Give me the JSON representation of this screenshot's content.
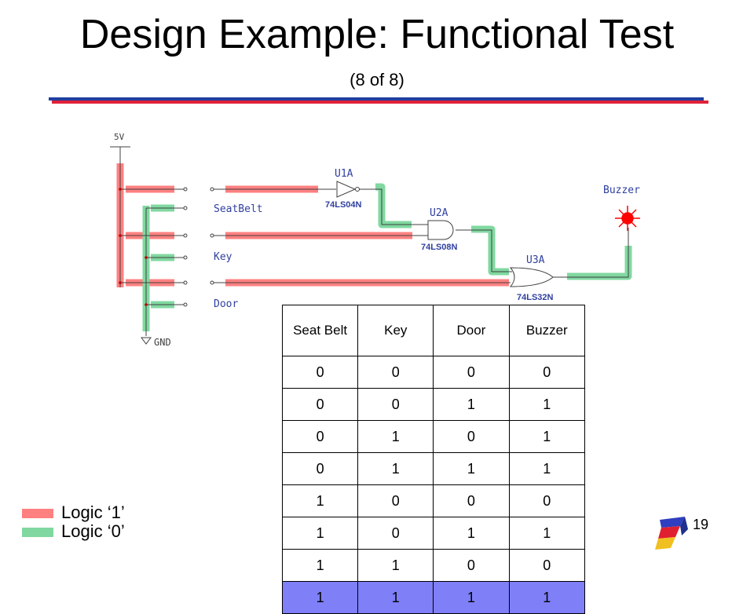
{
  "slide": {
    "title": "Design Example: Functional Test",
    "subtitle": "(8 of 8)",
    "page_number": "19"
  },
  "circuit": {
    "supply_label": "5V",
    "ground_label": "GND",
    "switches": [
      "SeatBelt",
      "Key",
      "Door"
    ],
    "gates": [
      {
        "ref": "U1A",
        "part": "74LS04N",
        "type": "inverter"
      },
      {
        "ref": "U2A",
        "part": "74LS08N",
        "type": "and"
      },
      {
        "ref": "U3A",
        "part": "74LS32N",
        "type": "or"
      }
    ],
    "output_label": "Buzzer",
    "colors": {
      "logic1": "#ff8080",
      "logic0": "#80d8a0",
      "wire_label": "#2f3f9f"
    }
  },
  "truth_table": {
    "headers": [
      "Seat Belt",
      "Key",
      "Door",
      "Buzzer"
    ],
    "rows": [
      [
        "0",
        "0",
        "0",
        "0"
      ],
      [
        "0",
        "0",
        "1",
        "1"
      ],
      [
        "0",
        "1",
        "0",
        "1"
      ],
      [
        "0",
        "1",
        "1",
        "1"
      ],
      [
        "1",
        "0",
        "0",
        "0"
      ],
      [
        "1",
        "0",
        "1",
        "1"
      ],
      [
        "1",
        "1",
        "0",
        "0"
      ],
      [
        "1",
        "1",
        "1",
        "1"
      ]
    ],
    "highlighted_row": 7,
    "highlight_color": "#7f7ff7"
  },
  "legend": {
    "logic1_label": "Logic ‘1’",
    "logic0_label": "Logic ‘0’"
  }
}
